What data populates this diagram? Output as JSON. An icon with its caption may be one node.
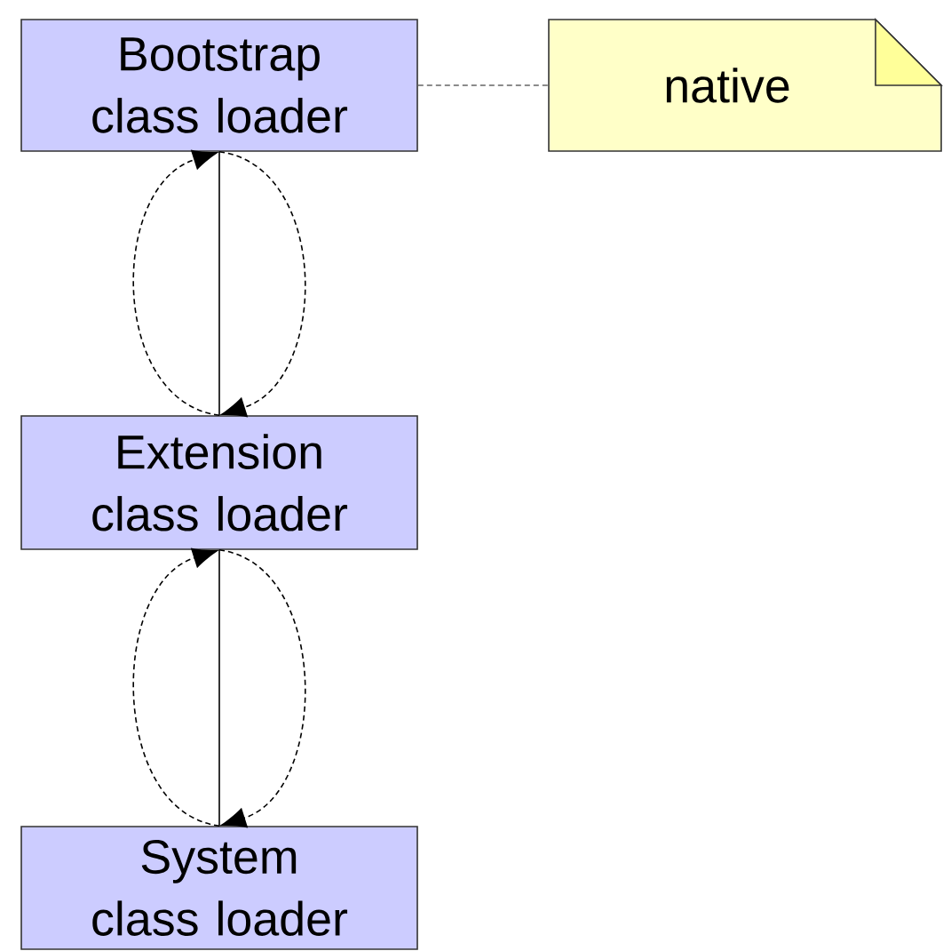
{
  "diagram": {
    "nodes": [
      {
        "text": [
          "Bootstrap class loader"
        ]
      },
      {
        "text": [
          "Extension class loader"
        ]
      },
      {
        "text": [
          "System class loader"
        ]
      },
      {
        "text": [
          "native"
        ]
      }
    ],
    "edges": [
      {
        "from": 0,
        "to": 1,
        "arrow": "none"
      },
      {
        "from": 1,
        "to": 0,
        "arrow": "to",
        "style": "dashed"
      },
      {
        "from": 0,
        "to": 1,
        "arrow": "to",
        "style": "dashed"
      },
      {
        "from": 1,
        "to": 2,
        "arrow": "none"
      },
      {
        "from": 2,
        "to": 1,
        "arrow": "to",
        "style": "dashed"
      },
      {
        "from": 1,
        "to": 2,
        "arrow": "to",
        "style": "dashed"
      },
      {
        "from": 0,
        "to": 3,
        "arrow": "none",
        "style": "dashed",
        "color": "#666666"
      }
    ]
  }
}
